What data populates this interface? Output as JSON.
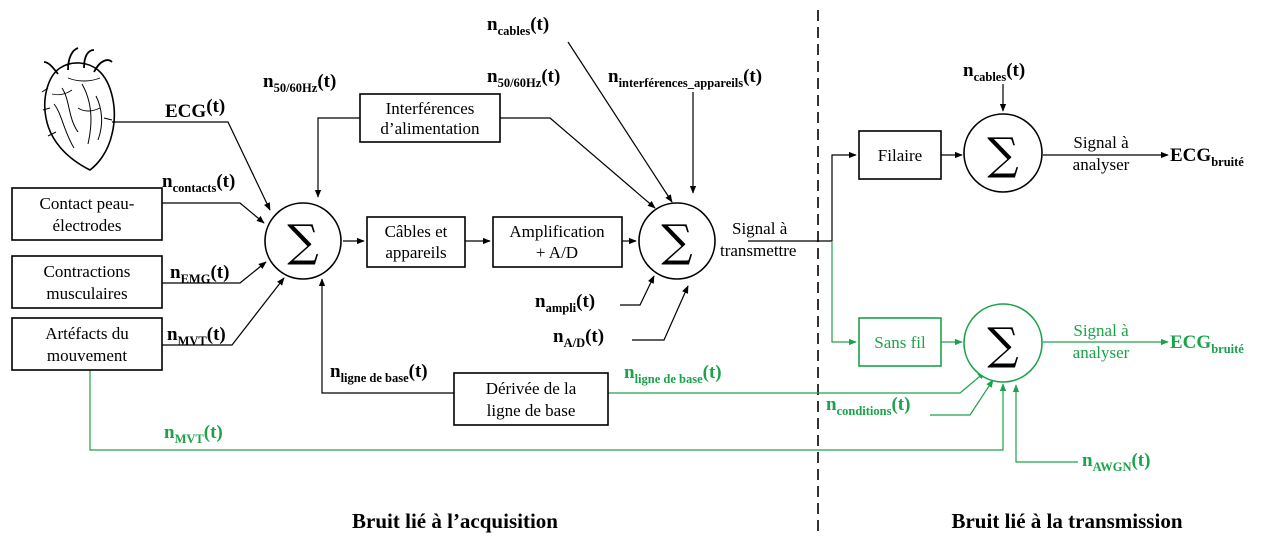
{
  "colors": {
    "wire": "#000000",
    "wireless": "#1aa34a"
  },
  "heart_icon": "heart-anatomical-icon",
  "sum_symbol": "∑",
  "boxes": {
    "interferences": [
      "Interférences",
      "d’alimentation"
    ],
    "contact": [
      "Contact peau-",
      "électrodes"
    ],
    "contractions": [
      "Contractions",
      "musculaires"
    ],
    "artefacts": [
      "Artéfacts du",
      "mouvement"
    ],
    "cables": [
      "Câbles et",
      "appareils"
    ],
    "amplification": [
      "Amplification",
      "+ A/D"
    ],
    "derivee": [
      "Dérivée de la",
      "ligne de base"
    ],
    "filaire": [
      "Filaire"
    ],
    "sansfil": [
      "Sans fil"
    ]
  },
  "signals": {
    "ecg_in": {
      "main": "ECG",
      "sub": "",
      "arg": "(t)"
    },
    "n_contacts": {
      "main": "n",
      "sub": "contacts",
      "arg": "(t)"
    },
    "n_emg": {
      "main": "n",
      "sub": "EMG",
      "arg": "(t)"
    },
    "n_mvt": {
      "main": "n",
      "sub": "MVT",
      "arg": "(t)"
    },
    "n_5060_left": {
      "main": "n",
      "sub": "50/60Hz",
      "arg": "(t)"
    },
    "n_5060_mid": {
      "main": "n",
      "sub": "50/60Hz",
      "arg": "(t)"
    },
    "n_cables_top": {
      "main": "n",
      "sub": "cables",
      "arg": "(t)"
    },
    "n_interf": {
      "main": "n",
      "sub": "interférences_appareils",
      "arg": "(t)"
    },
    "n_ampli": {
      "main": "n",
      "sub": "ampli",
      "arg": "(t)"
    },
    "n_ad": {
      "main": "n",
      "sub": "A/D",
      "arg": "(t)"
    },
    "n_ligne_black": {
      "main": "n",
      "sub": "ligne de base",
      "arg": "(t)"
    },
    "n_ligne_green": {
      "main": "n",
      "sub": "ligne de base",
      "arg": "(t)"
    },
    "n_mvt_green": {
      "main": "n",
      "sub": "MVT",
      "arg": "(t)"
    },
    "n_conditions": {
      "main": "n",
      "sub": "conditions",
      "arg": "(t)"
    },
    "n_awgn": {
      "main": "n",
      "sub": "AWGN",
      "arg": "(t)"
    },
    "n_cables_right": {
      "main": "n",
      "sub": "cables",
      "arg": "(t)"
    },
    "ecg_out_top": {
      "main": "ECG",
      "sub": "bruité",
      "arg": ""
    },
    "ecg_out_bottom": {
      "main": "ECG",
      "sub": "bruité",
      "arg": ""
    }
  },
  "texts": {
    "signal_transmettre": [
      "Signal à",
      "transmettre"
    ],
    "signal_analyser_top": [
      "Signal à",
      "analyser"
    ],
    "signal_analyser_bottom": [
      "Signal à",
      "analyser"
    ]
  },
  "footer": {
    "left": "Bruit lié à l’acquisition",
    "right": "Bruit lié à la transmission"
  }
}
